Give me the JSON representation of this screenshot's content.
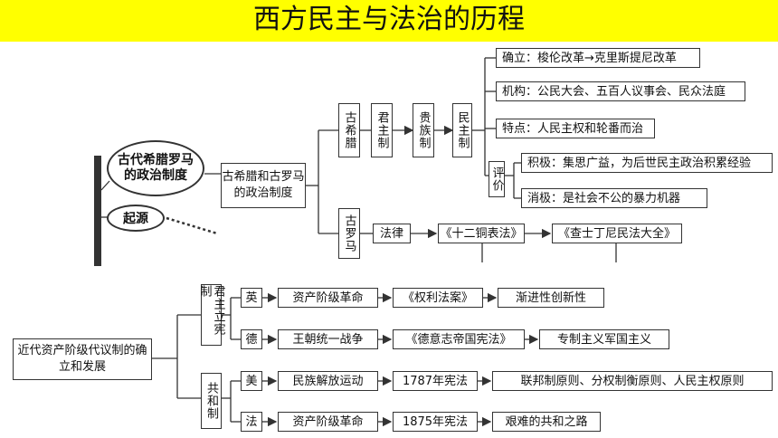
{
  "title": "西方民主与法治的历程",
  "greece_rome": {
    "bubble": "古代希腊罗马的政治制度",
    "origin": "起源",
    "root": "古希腊和古罗马的政治制度",
    "greece": "古希腊",
    "monarchy": "君主制",
    "aristocracy": "贵族制",
    "democracy": "民主制",
    "establish": "确立：梭伦改革→克里斯提尼改革",
    "institutions": "机构：公民大会、五百人议事会、民众法庭",
    "features": "特点：人民主权和轮番而治",
    "evaluation": "评价",
    "positive": "积极：集思广益，为后世民主政治积累经验",
    "negative": "消极：是社会不公的暴力机器",
    "rome": "古罗马",
    "law": "法律",
    "twelve_tables": "《十二铜表法》",
    "justinian": "《查士丁尼民法大全》"
  },
  "modern": {
    "root": "近代资产阶级代议制的确立和发展",
    "constitutional_monarchy": "君主立宪制",
    "republic": "共和制",
    "rows": [
      {
        "country": "英",
        "event": "资产阶级革命",
        "document": "《权利法案》",
        "result": "渐进性创新性"
      },
      {
        "country": "德",
        "event": "王朝统一战争",
        "document": "《德意志帝国宪法》",
        "result": "专制主义军国主义"
      },
      {
        "country": "美",
        "event": "民族解放运动",
        "document": "1787年宪法",
        "result": "联邦制原则、分权制衡原则、人民主权原则"
      },
      {
        "country": "法",
        "event": "资产阶级革命",
        "document": "1875年宪法",
        "result": "艰难的共和之路"
      }
    ]
  },
  "colors": {
    "banner": "#ffff00",
    "line": "#333333"
  }
}
